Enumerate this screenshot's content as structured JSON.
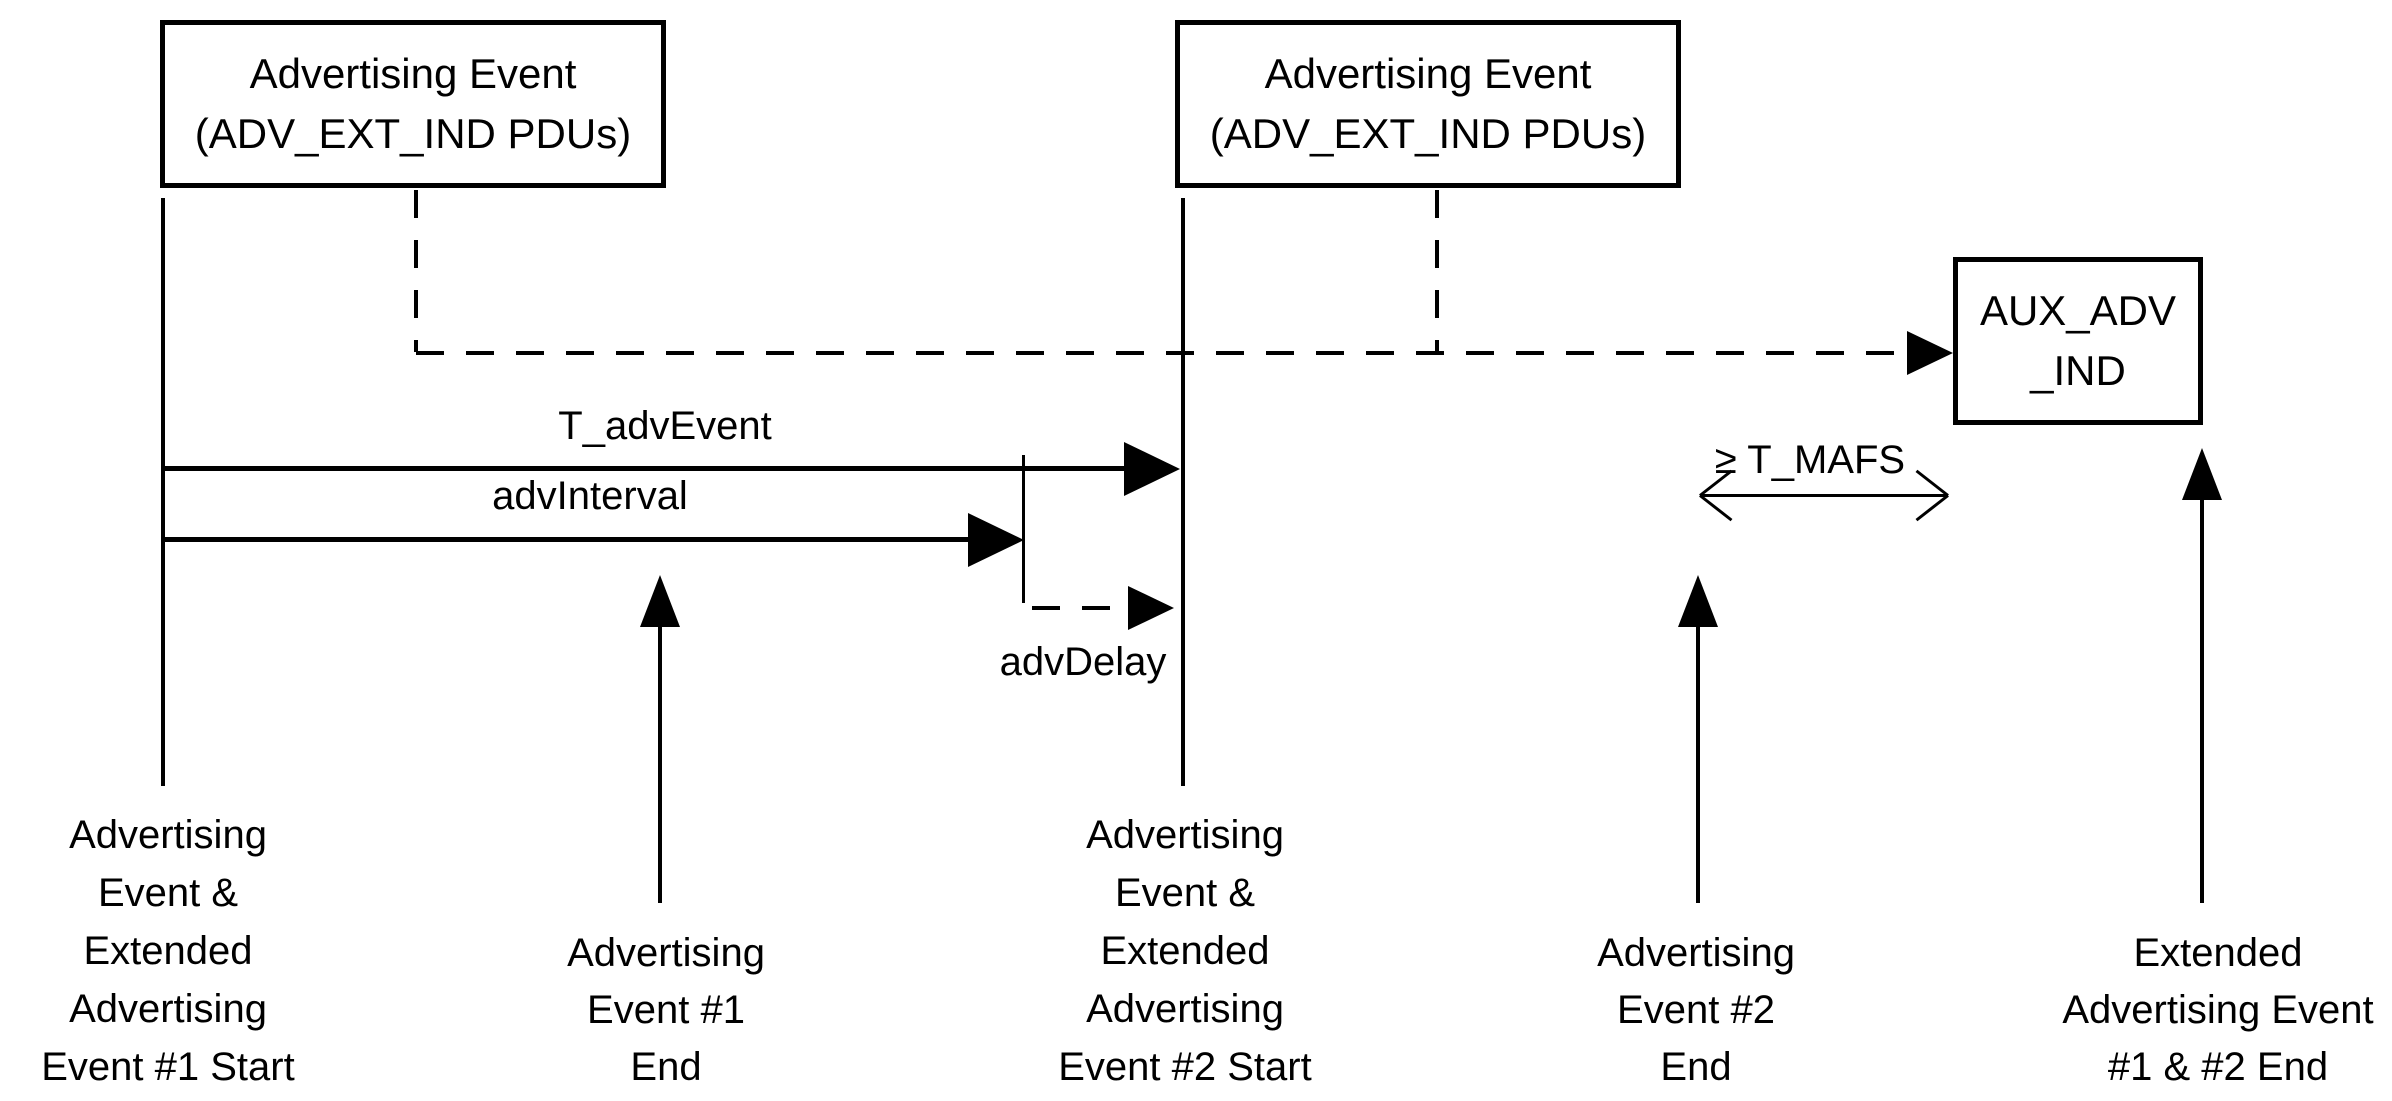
{
  "diagram": {
    "background": "#ffffff",
    "stroke_color": "#000000",
    "boxes": {
      "adv_event_1": {
        "line1": "Advertising Event",
        "line2": "(ADV_EXT_IND PDUs)"
      },
      "adv_event_2": {
        "line1": "Advertising Event",
        "line2": "(ADV_EXT_IND PDUs)"
      },
      "aux_adv_ind": {
        "line1": "AUX_ADV",
        "line2": "_IND"
      }
    },
    "arrow_labels": {
      "t_adv_event": "T_advEvent",
      "adv_interval": "advInterval",
      "adv_delay": "advDelay",
      "t_mafs": "≥ T_MAFS"
    },
    "timeline_labels": {
      "event1_start": [
        "Advertising",
        "Event &",
        "Extended",
        "Advertising",
        "Event #1 Start"
      ],
      "event1_end": [
        "Advertising",
        "Event #1",
        "End"
      ],
      "event2_start": [
        "Advertising",
        "Event &",
        "Extended",
        "Advertising",
        "Event #2 Start"
      ],
      "event2_end": [
        "Advertising",
        "Event #2",
        "End"
      ],
      "ext_event_end": [
        "Extended",
        "Advertising Event",
        "#1 & #2 End"
      ]
    }
  }
}
